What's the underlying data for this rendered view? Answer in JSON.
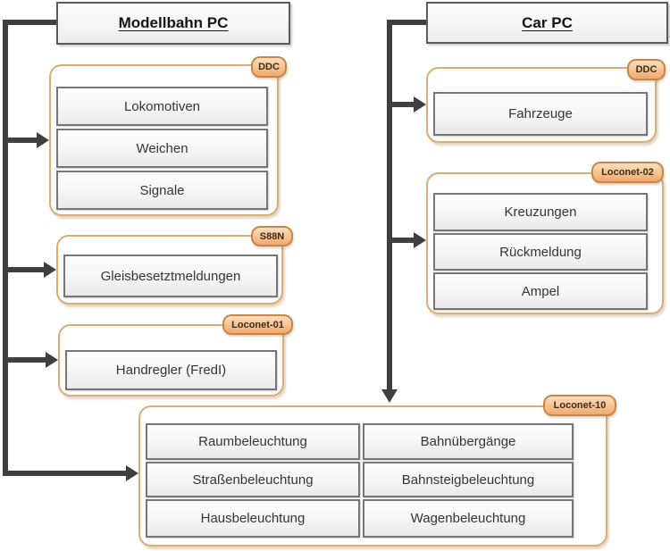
{
  "headers": {
    "modellbahn": "Modellbahn PC",
    "car": "Car PC"
  },
  "groups": {
    "ddc_left": {
      "tag": "DDC",
      "items": [
        "Lokomotiven",
        "Weichen",
        "Signale"
      ]
    },
    "s88n": {
      "tag": "S88N",
      "items": [
        "Gleisbesetztmeldungen"
      ]
    },
    "loconet01": {
      "tag": "Loconet-01",
      "items": [
        "Handregler (FredI)"
      ]
    },
    "ddc_right": {
      "tag": "DDC",
      "items": [
        "Fahrzeuge"
      ]
    },
    "loconet02": {
      "tag": "Loconet-02",
      "items": [
        "Kreuzungen",
        "Rückmeldung",
        "Ampel"
      ]
    },
    "loconet10": {
      "tag": "Loconet-10",
      "left_column": [
        "Raumbeleuchtung",
        "Straßenbeleuchtung",
        "Hausbeleuchtung"
      ],
      "right_column": [
        "Bahnübergänge",
        "Bahnsteigbeleuchtung",
        "Wagenbeleuchtung"
      ]
    }
  },
  "colors": {
    "arrow": "#3f3f3f",
    "group-border": "#d9ac79",
    "tag-border": "#c98648",
    "node-border": "#767676",
    "header-border": "#5b5b5d"
  }
}
